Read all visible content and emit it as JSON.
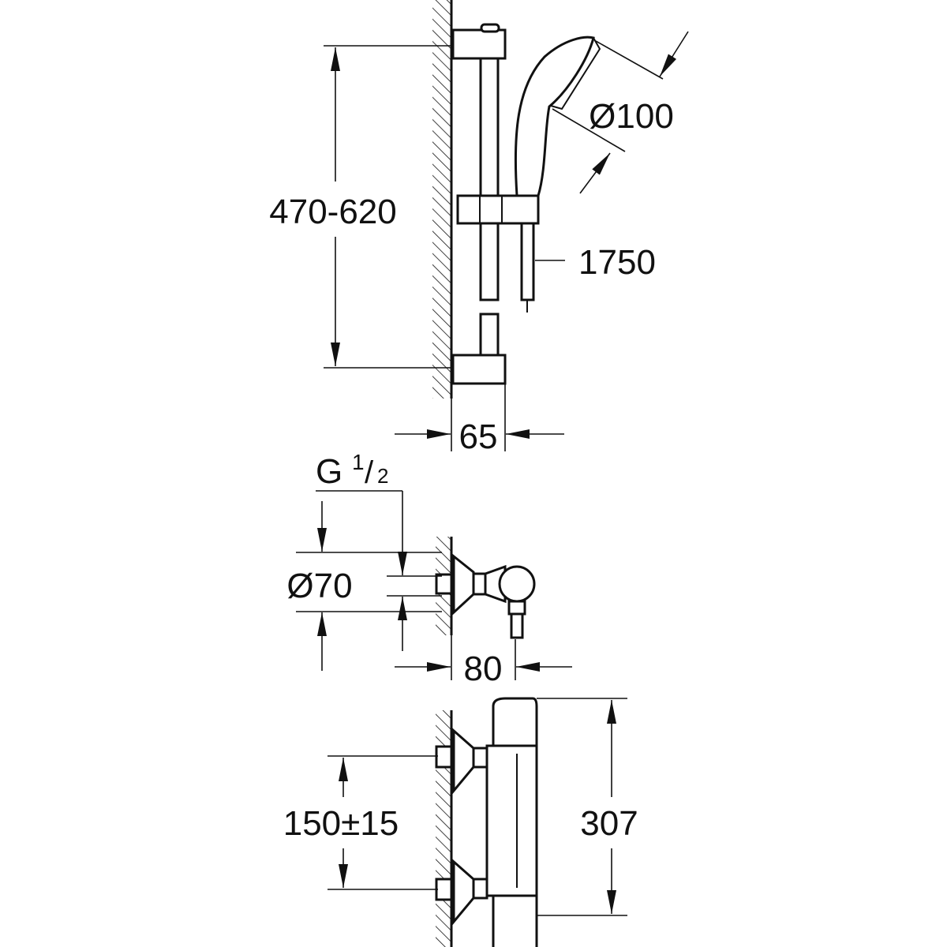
{
  "diagram": {
    "shower_rail": {
      "height_range": "470-620",
      "head_diameter": "Ø100",
      "hose_length": "1750",
      "wall_offset": "65"
    },
    "mixer_side": {
      "thread_prefix": "G",
      "thread_num": "1",
      "thread_den": "2",
      "escutcheon_diameter": "Ø70",
      "depth": "80"
    },
    "mixer_front": {
      "centers": "150±15",
      "height": "307"
    },
    "colors": {
      "line": "#111111",
      "background": "#ffffff"
    }
  }
}
